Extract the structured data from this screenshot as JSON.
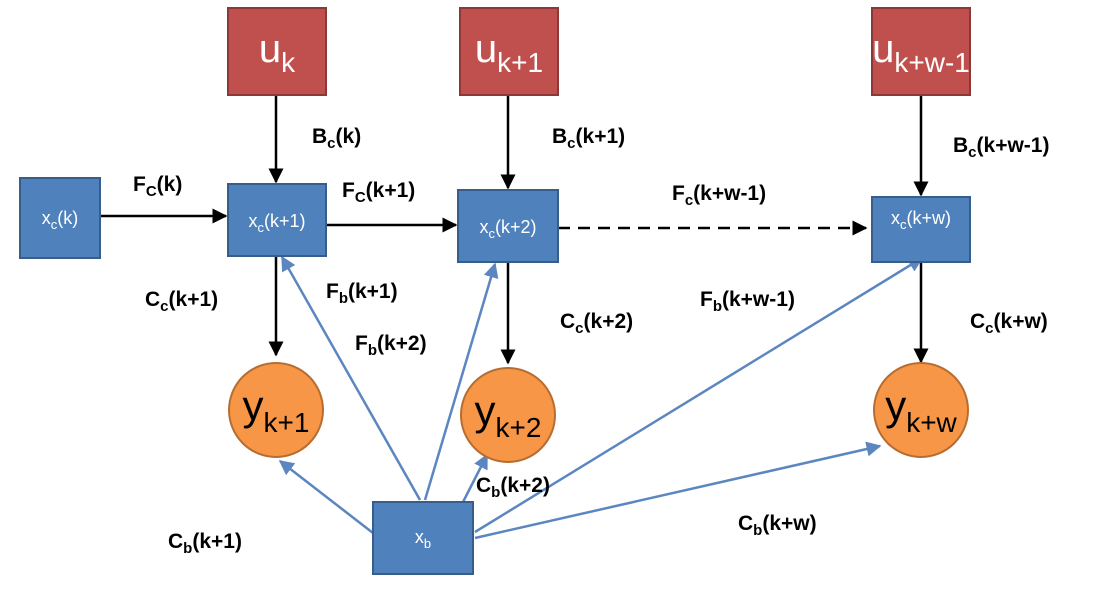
{
  "inputs": {
    "u_k": {
      "base": "u",
      "sub": "k"
    },
    "u_k1": {
      "base": "u",
      "sub": "k+1"
    },
    "u_kw1": {
      "base": "u",
      "sub": "k+w-1"
    }
  },
  "states": {
    "xc_k": {
      "base": "x",
      "sub": "c",
      "arg": "(k)"
    },
    "xc_k1": {
      "base": "x",
      "sub": "c",
      "arg": "(k+1)"
    },
    "xc_k2": {
      "base": "x",
      "sub": "c",
      "arg": "(k+2)"
    },
    "xc_kw": {
      "base": "x",
      "sub": "c",
      "arg": "(k+w)"
    },
    "xb": {
      "base": "x",
      "sub": "b"
    }
  },
  "outputs": {
    "y_k1": {
      "base": "y",
      "sub": "k+1"
    },
    "y_k2": {
      "base": "y",
      "sub": "k+2"
    },
    "y_kw": {
      "base": "y",
      "sub": "k+w"
    }
  },
  "edge_labels": {
    "Bc_k": {
      "base": "B",
      "sub": "c",
      "arg": "(k)"
    },
    "Bc_k1": {
      "base": "B",
      "sub": "c",
      "arg": "(k+1)"
    },
    "Bc_kw1": {
      "base": "B",
      "sub": "c",
      "arg": "(k+w-1)"
    },
    "Fc_k": {
      "base": "F",
      "sub": "C",
      "arg": "(k)"
    },
    "Fc_k1": {
      "base": "F",
      "sub": "C",
      "arg": "(k+1)"
    },
    "Fc_kw1": {
      "base": "F",
      "sub": "c",
      "arg": "(k+w-1)"
    },
    "Cc_k1": {
      "base": "C",
      "sub": "c",
      "arg": "(k+1)"
    },
    "Cc_k2": {
      "base": "C",
      "sub": "c",
      "arg": "(k+2)"
    },
    "Cc_kw": {
      "base": "C",
      "sub": "c",
      "arg": "(k+w)"
    },
    "Fb_k1": {
      "base": "F",
      "sub": "b",
      "arg": "(k+1)"
    },
    "Fb_k2": {
      "base": "F",
      "sub": "b",
      "arg": "(k+2)"
    },
    "Fb_kw1": {
      "base": "F",
      "sub": "b",
      "arg": "(k+w-1)"
    },
    "Cb_k1": {
      "base": "C",
      "sub": "b",
      "arg": "(k+1)"
    },
    "Cb_k2": {
      "base": "C",
      "sub": "b",
      "arg": "(k+2)"
    },
    "Cb_kw": {
      "base": "C",
      "sub": "b",
      "arg": "(k+w)"
    }
  },
  "colors": {
    "input_fill": "#c0504d",
    "state_fill": "#4f81bd",
    "output_fill": "#f79646",
    "blue_edge": "#5b86c0",
    "black_edge": "#000000"
  }
}
